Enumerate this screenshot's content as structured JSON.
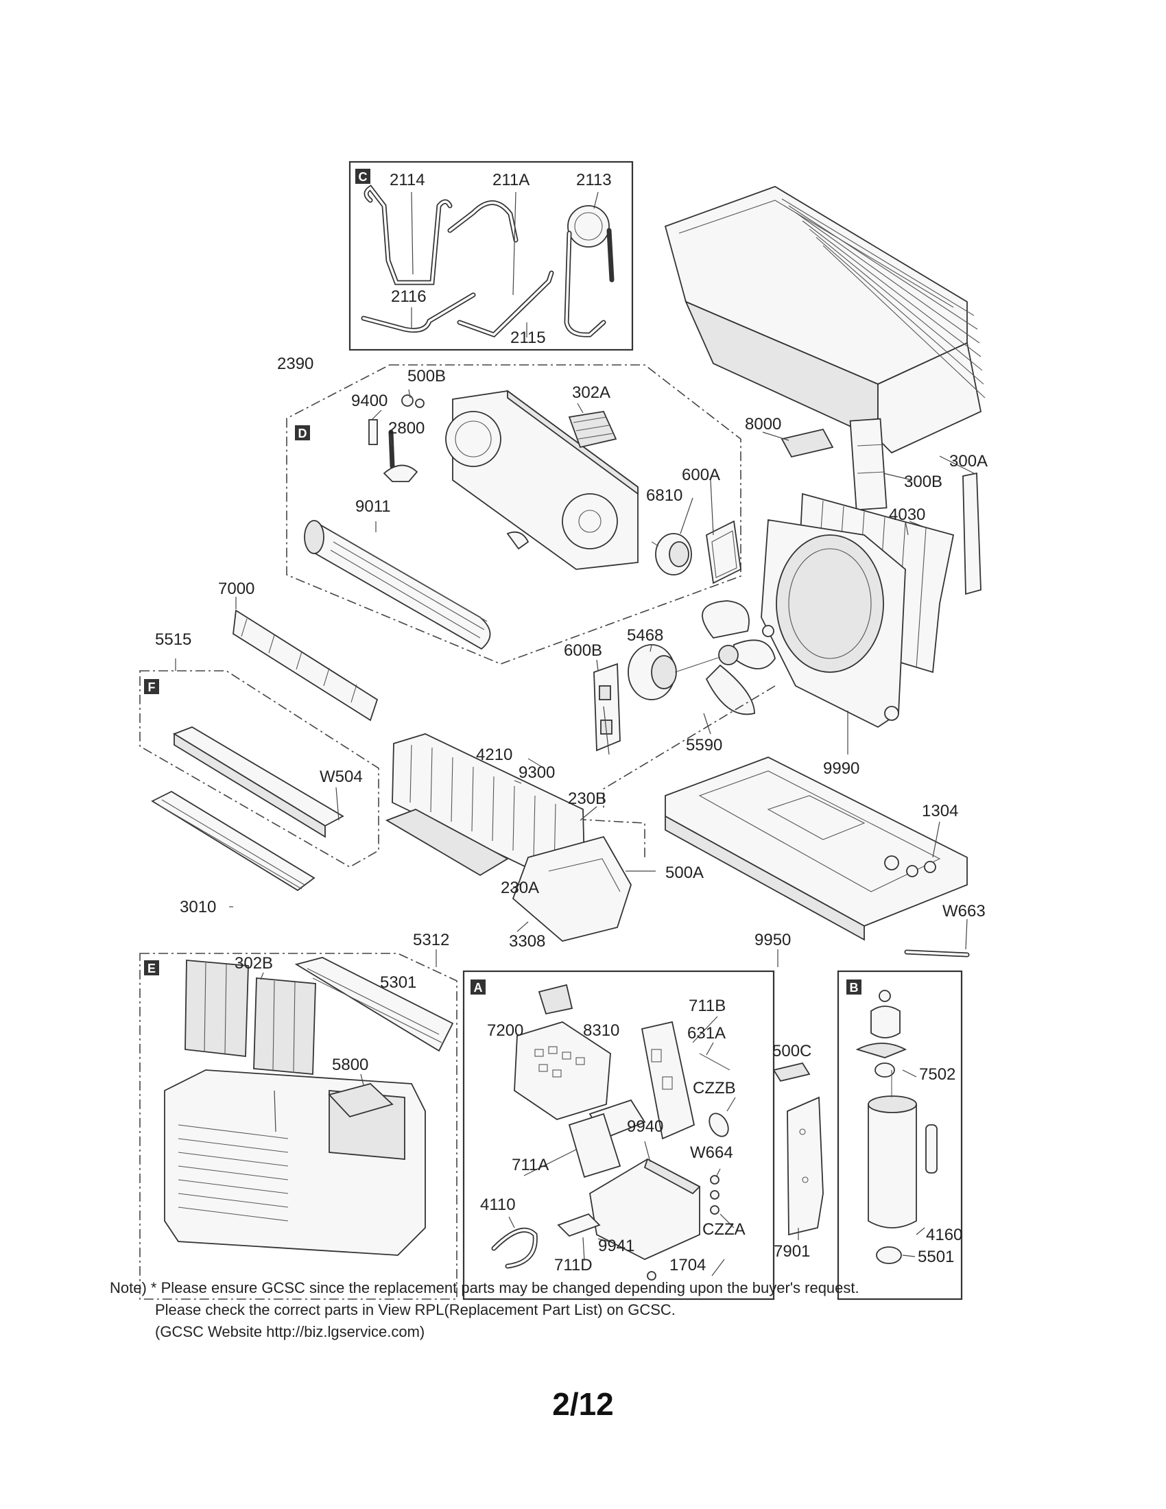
{
  "sections": [
    {
      "key": "A",
      "tag": "A"
    },
    {
      "key": "B",
      "tag": "B"
    },
    {
      "key": "C",
      "tag": "C"
    },
    {
      "key": "D",
      "tag": "D"
    },
    {
      "key": "E",
      "tag": "E"
    },
    {
      "key": "F",
      "tag": "F"
    }
  ],
  "parts": {
    "p2114": "2114",
    "p211A": "211A",
    "p2113": "2113",
    "p2116": "2116",
    "p2115": "2115",
    "p2390": "2390",
    "p500B": "500B",
    "p9400": "9400",
    "p2800": "2800",
    "p302A": "302A",
    "p8000": "8000",
    "p300A": "300A",
    "p300B": "300B",
    "p600A": "600A",
    "p6810": "6810",
    "p9011": "9011",
    "p4030": "4030",
    "p7000": "7000",
    "p5515": "5515",
    "p5468": "5468",
    "p600B": "600B",
    "p4210": "4210",
    "p9300": "9300",
    "p5590": "5590",
    "p9990": "9990",
    "pW504": "W504",
    "p230B": "230B",
    "p1304": "1304",
    "p230A": "230A",
    "p500A": "500A",
    "p3010": "3010",
    "p3308": "3308",
    "p5312": "5312",
    "p9950": "9950",
    "pW663": "W663",
    "p302B": "302B",
    "p5301": "5301",
    "p711B": "711B",
    "p7200": "7200",
    "p8310": "8310",
    "p631A": "631A",
    "p500C": "500C",
    "p5800": "5800",
    "pCZZB": "CZZB",
    "p7502": "7502",
    "p9940": "9940",
    "pW664": "W664",
    "p711A": "711A",
    "p4110": "4110",
    "pCZZA": "CZZA",
    "p4160": "4160",
    "p9941": "9941",
    "p7901": "7901",
    "p5501": "5501",
    "p711D": "711D",
    "p1704": "1704"
  },
  "note": {
    "line1": "Note) * Please ensure GCSC since the replacement parts may be changed depending upon the buyer's request.",
    "line2": "Please check  the correct parts in View RPL(Replacement Part List) on GCSC.",
    "line3": "(GCSC Website  http://biz.lgservice.com)"
  },
  "page_number": "2/12"
}
